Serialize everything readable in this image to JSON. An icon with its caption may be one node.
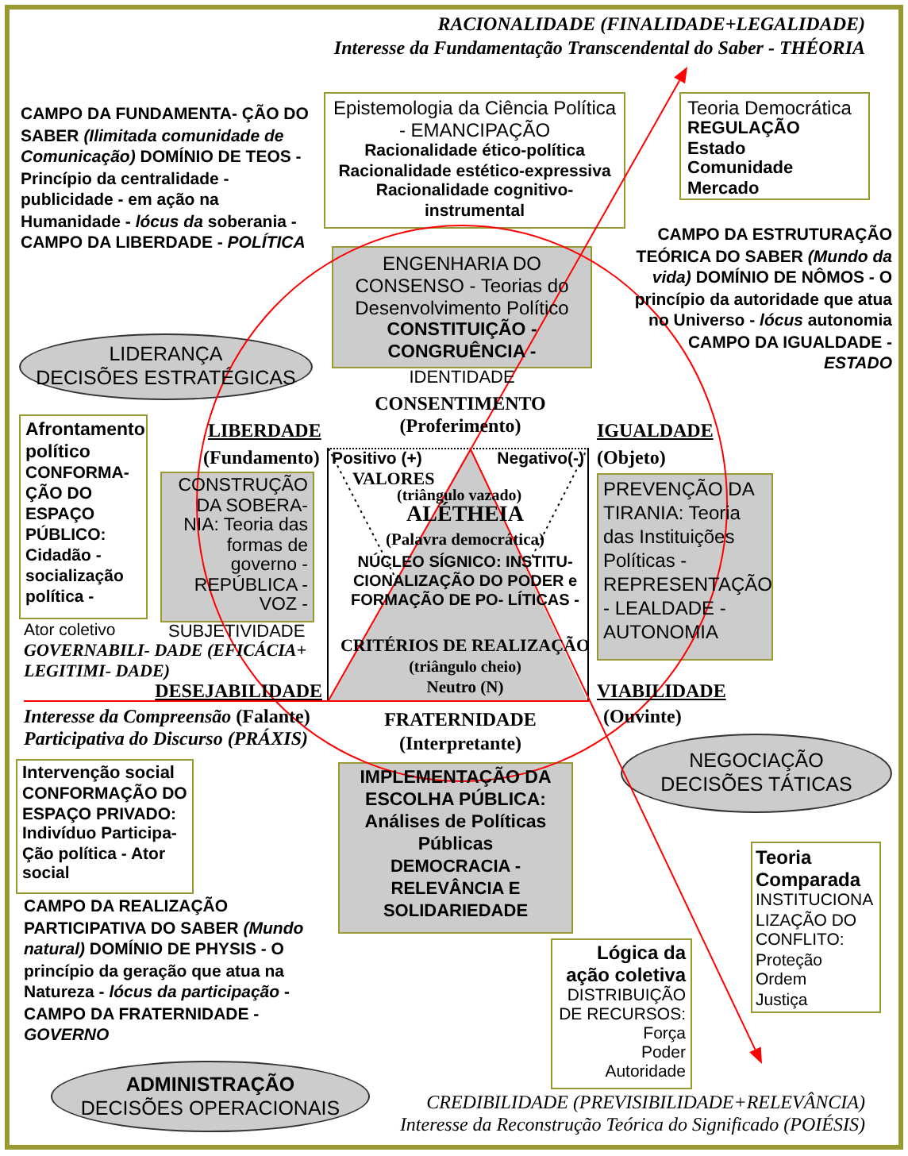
{
  "diagram": {
    "nodes": [
      {
        "text": [
          "Epistemologia da Ciência Política - EMANCIPAÇÃO",
          "Racionalidade ético-política",
          "Racionalidade estético-expressiva",
          "Racionalidade cognitivo- instrumental"
        ]
      },
      {
        "text": [
          "Teoria Democrática",
          "REGULAÇÃO",
          "Estado",
          "Comunidade",
          "Mercado"
        ]
      },
      {
        "text": [
          "ENGENHARIA DO CONSENSO - Teorias do Desenvolvimento Político",
          "CONSTITUIÇÃO - CONGRUÊNCIA -"
        ],
        "beside": [
          "IDENTIDADE"
        ]
      },
      {
        "text": [
          "LIDERANÇA",
          "DECISÕES ESTRATÉGICAS"
        ]
      },
      {
        "text": [
          "Afrontamento político",
          "CONFORMA- ÇÃO DO ESPAÇO PÚBLICO: Cidadão - socialização política -"
        ],
        "beside": [
          "Ator coletivo"
        ]
      },
      {
        "text": [
          "CONSTRUÇÃO DA SOBERA- NIA: Teoria das formas de governo - REPÚBLICA - VOZ -"
        ],
        "beside": [
          "SUBJETIVIDADE"
        ]
      },
      {
        "text": [
          "Positivo (+)",
          "Negativo(-)",
          "VALORES",
          "(triângulo vazado)",
          "ALÉTHEIA",
          "(Palavra democrática)",
          "NÚCLEO SÍGNICO: INSTITU- CIONALIZAÇÃO DO PODER e FORMAÇÃO DE PO- LÍTICAS -",
          "CRITÉRIOS DE REALIZAÇÃO",
          "(triângulo cheio)",
          "Neutro (N)"
        ]
      },
      {
        "text": [
          "PREVENÇÃO DA TIRANIA: Teoria das Instituições Políticas - REPRESENTAÇÃO - LEALDADE - AUTONOMIA"
        ]
      },
      {
        "text": [
          "NEGOCIAÇÃO",
          "DECISÕES TÁTICAS"
        ]
      },
      {
        "text": [
          "Intervenção social",
          "CONFORMAÇÃO DO ESPAÇO PRIVADO: Indivíduo Participa- Ção política - Ator social"
        ]
      },
      {
        "text": [
          "IMPLEMENTAÇÃO DA ESCOLHA PÚBLICA: Análises de Políticas Públicas",
          "DEMOCRACIA - RELEVÂNCIA E SOLIDARIEDADE"
        ]
      },
      {
        "text": [
          "Teoria Comparada",
          "INSTITUCIONA LIZAÇÃO DO CONFLITO:",
          "Proteção",
          "Ordem",
          "Justiça"
        ]
      },
      {
        "text": [
          "Lógica da ação coletiva",
          "DISTRIBUIÇÃO DE RECURSOS:",
          "Força",
          "Poder",
          "Autoridade"
        ]
      },
      {
        "text": [
          "ADMINISTRAÇÃO",
          "DECISÕES OPERACIONAIS"
        ]
      }
    ],
    "labels": [
      "RACIONALIDADE (FINALIDADE+LEGALIDADE)",
      "Interesse da Fundamentação Transcendental do Saber - THÉORIA",
      "CAMPO DA FUNDAMENTA- ÇÃO DO SABER *(Ilimitada comunidade de Comunicação)* DOMÍNIO DE TEOS - Princípio da centralidade - publicidade - em ação na Humanidade - *lócus da* soberania - CAMPO DA LIBERDADE - *POLÍTICA*",
      "CAMPO DA ESTRUTURAÇÃO TEÓRICA DO SABER *(Mundo da vida)* DOMÍNIO DE NÔMOS - O princípio da autoridade que atua no Universo - *lócus* autonomia CAMPO DA IGUALDADE - *ESTADO*",
      "CONSENTIMENTO",
      "(Proferimento)",
      "LIBERDADE",
      "IGUALDADE",
      "(Fundamento)",
      "(Objeto)",
      "GOVERNABILI- DADE (EFICÁCIA+ LEGITIMI- DADE)",
      "DESEJABILIDADE",
      "VIABILIDADE",
      "*Interesse da Compreensão* (Falante) *Participativa do Discurso (PRÁXIS)*",
      "(Ouvinte)",
      "FRATERNIDADE",
      "(Interpretante)",
      "CAMPO DA REALIZAÇÃO PARTICIPATIVA DO SABER *(Mundo natural)* DOMÍNIO DE PHYSIS - O princípio da geração que atua na Natureza - *lócus da participação* - CAMPO DA FRATERNIDADE - *GOVERNO*",
      "CREDIBILIDADE (PREVISIBILIDADE+RELEVÂNCIA)",
      "Interesse da Reconstrução Teórica do Significado (POIÉSIS)"
    ]
  }
}
